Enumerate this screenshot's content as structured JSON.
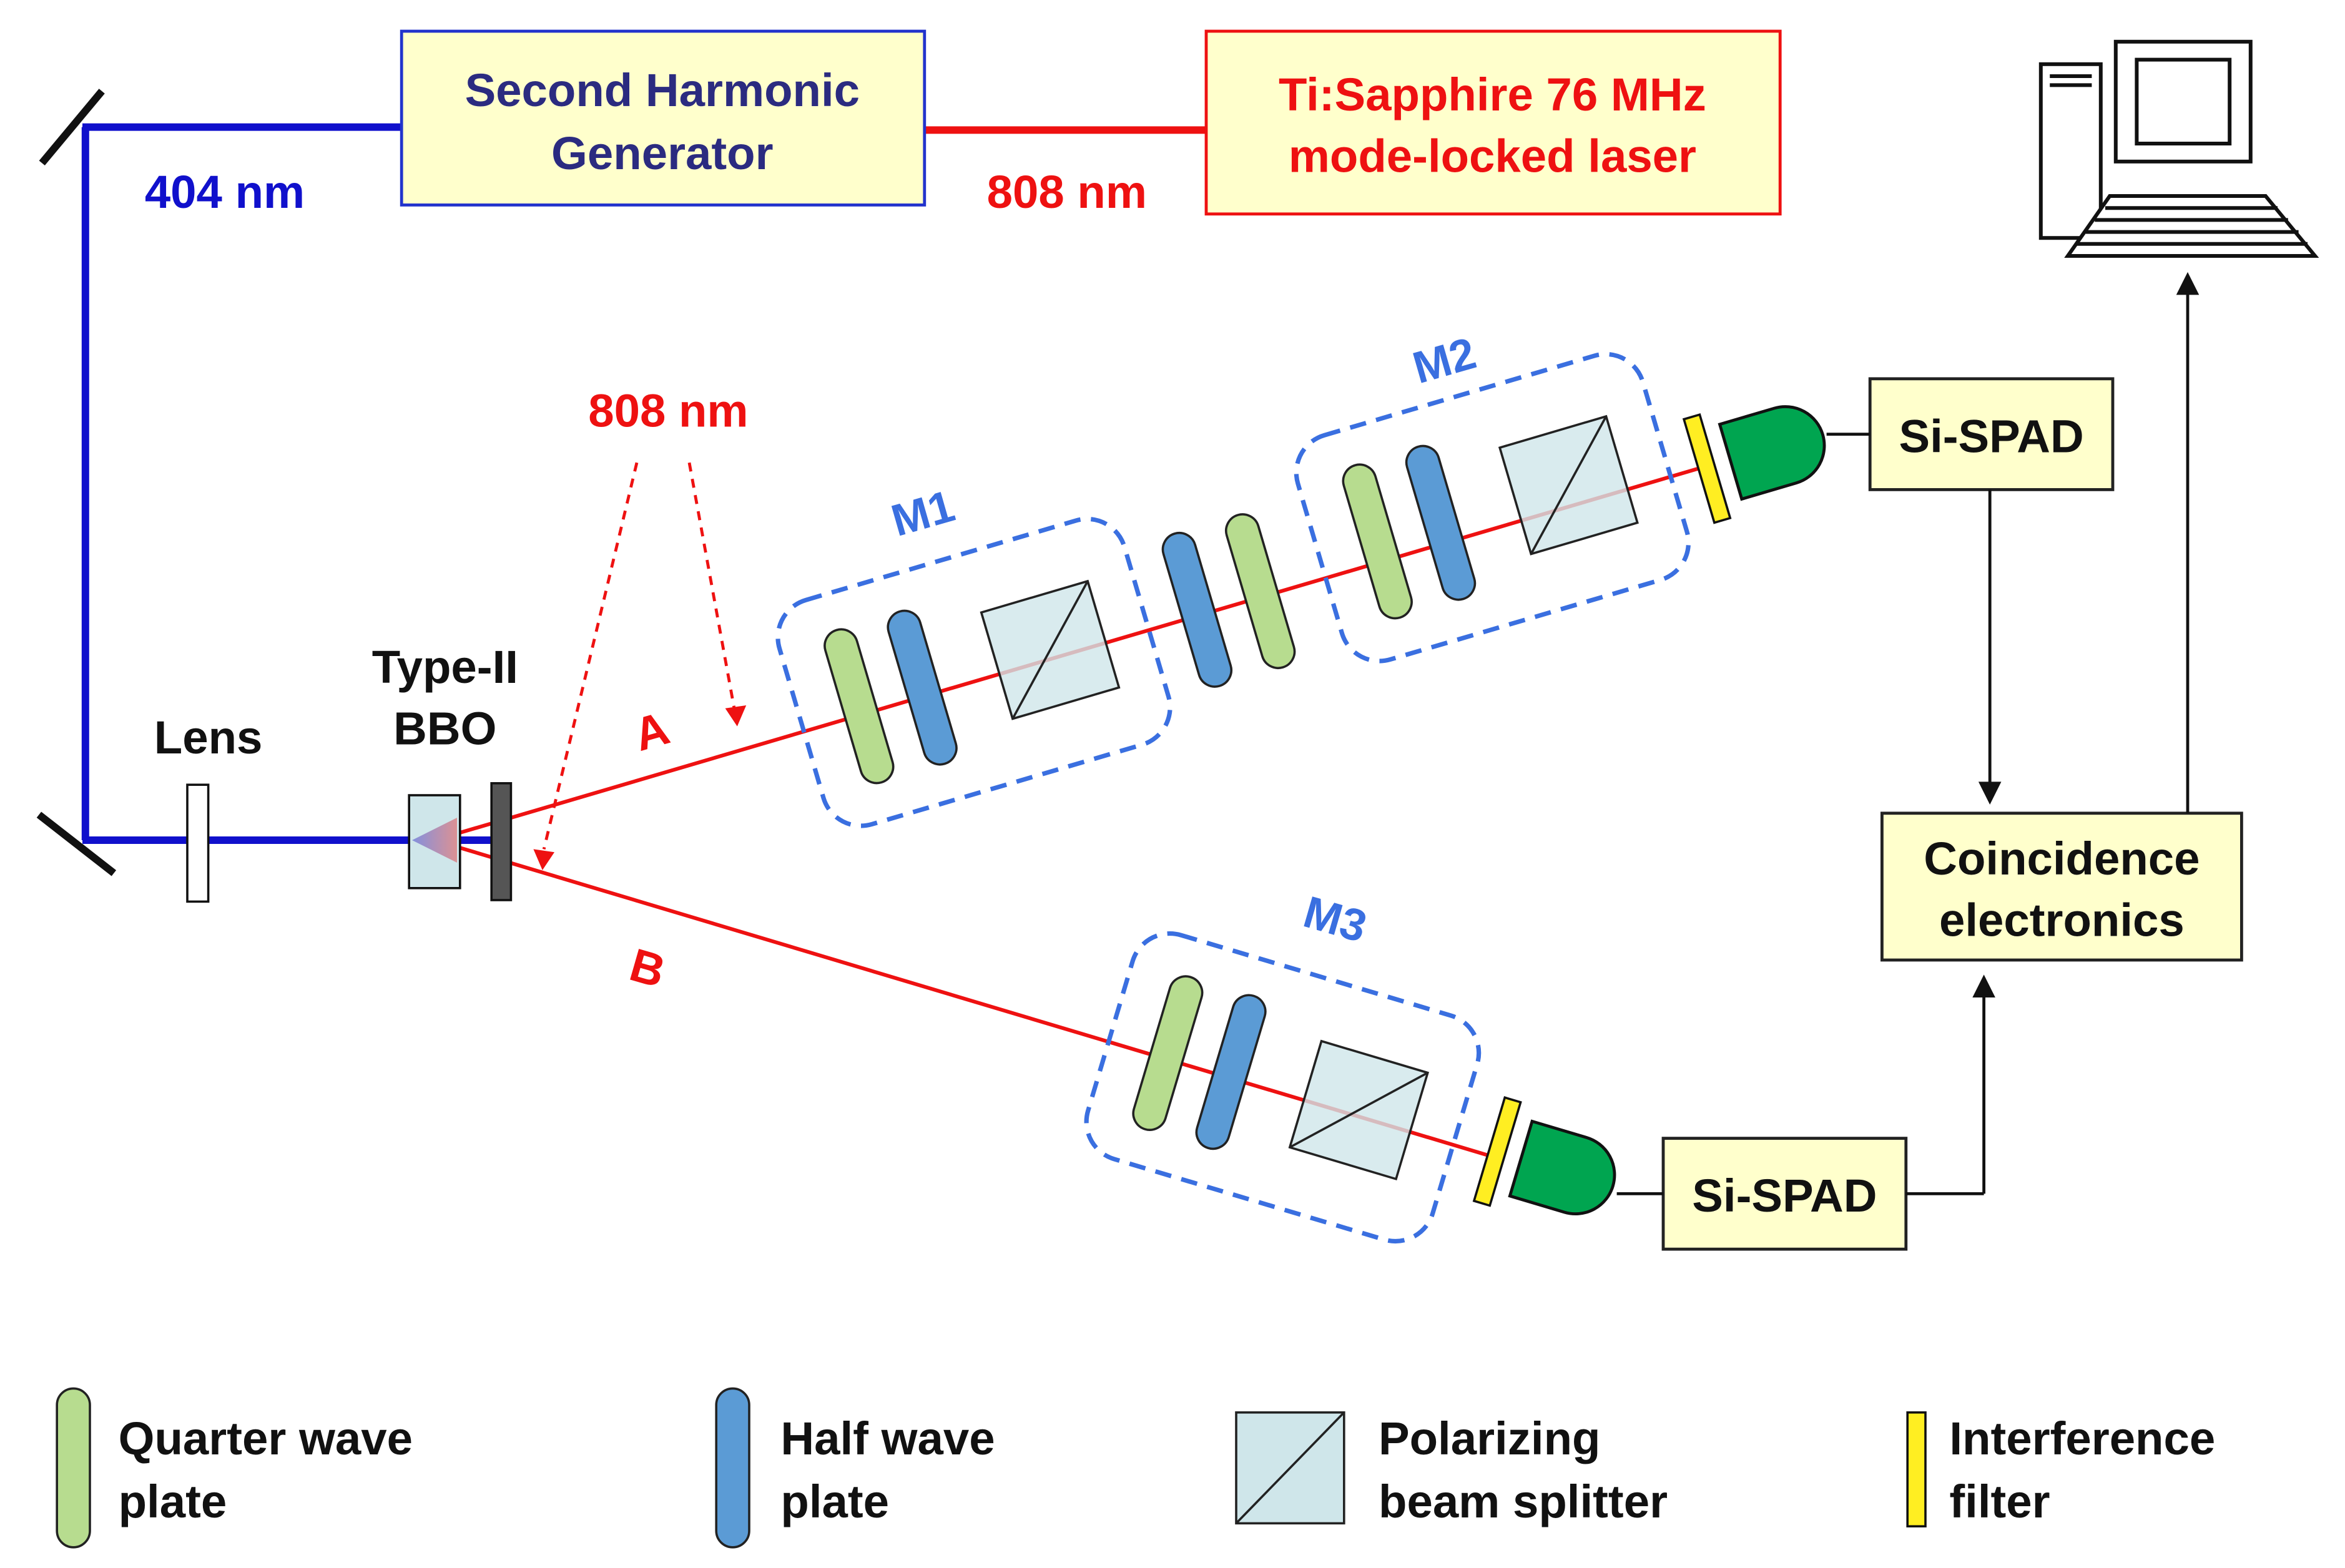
{
  "colors": {
    "pump_beam": "#1010cc",
    "signal_beam": "#ee1111",
    "module_border": "#3a6fe0",
    "box_fill": "#ffffcc",
    "qwp": "#b7dc8f",
    "hwp": "#5b9bd5",
    "pbs": "#cfe6ea",
    "filter": "#ffee22",
    "detector": "#00a550",
    "mirror": "#111111"
  },
  "boxes": {
    "shg_line1": "Second Harmonic",
    "shg_line2": "Generator",
    "laser_line1": "Ti:Sapphire 76 MHz",
    "laser_line2": "mode-locked laser",
    "spad_a": "Si-SPAD",
    "spad_b": "Si-SPAD",
    "coinc_line1": "Coincidence",
    "coinc_line2": "electronics"
  },
  "labels": {
    "pump_wavelength": "404 nm",
    "laser_wavelength": "808 nm",
    "down_conversion_wavelength": "808 nm",
    "lens": "Lens",
    "bbo_line1": "Type-II",
    "bbo_line2": "BBO",
    "arm_a": "A",
    "arm_b": "B",
    "module_m1": "M1",
    "module_m2": "M2",
    "module_m3": "M3"
  },
  "legend": {
    "qwp_line1": "Quarter wave",
    "qwp_line2": "plate",
    "hwp_line1": "Half wave",
    "hwp_line2": "plate",
    "pbs_line1": "Polarizing",
    "pbs_line2": "beam splitter",
    "filter_line1": "Interference",
    "filter_line2": "filter"
  },
  "icons": {
    "computer": "desktop-computer-icon",
    "detector": "photodetector-icon"
  }
}
